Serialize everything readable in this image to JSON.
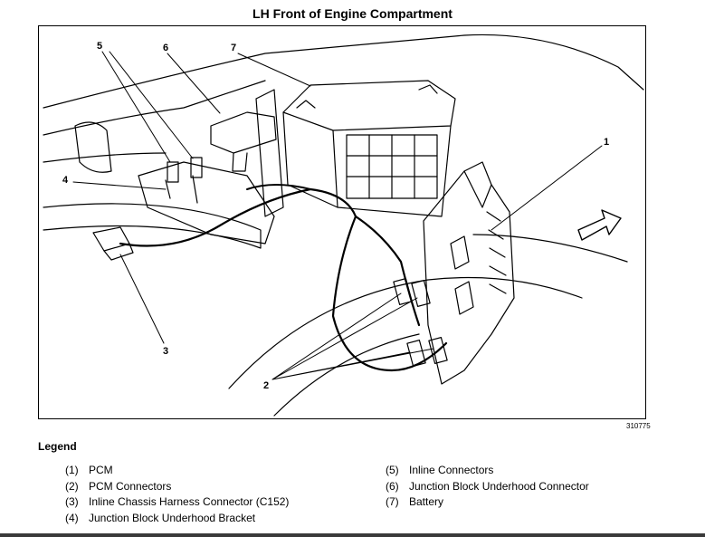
{
  "diagram": {
    "title": "LH Front of Engine Compartment",
    "figure_number": "310775",
    "callouts": [
      "1",
      "2",
      "3",
      "4",
      "5",
      "6",
      "7"
    ]
  },
  "legend": {
    "title": "Legend",
    "left_items": [
      {
        "num": "(1)",
        "label": "PCM"
      },
      {
        "num": "(2)",
        "label": "PCM Connectors"
      },
      {
        "num": "(3)",
        "label": "Inline Chassis Harness Connector (C152)"
      },
      {
        "num": "(4)",
        "label": "Junction Block Underhood Bracket"
      }
    ],
    "right_items": [
      {
        "num": "(5)",
        "label": "Inline Connectors"
      },
      {
        "num": "(6)",
        "label": "Junction Block Underhood Connector"
      },
      {
        "num": "(7)",
        "label": "Battery"
      }
    ]
  }
}
